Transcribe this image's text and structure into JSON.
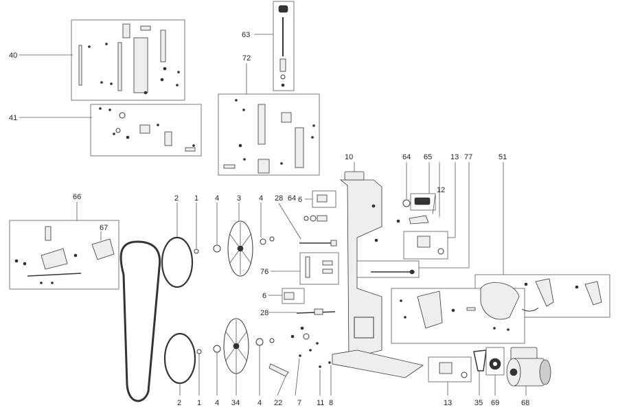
{
  "labels": {
    "l40": "40",
    "l41": "41",
    "l63": "63",
    "l72": "72",
    "l10": "10",
    "l64a": "64",
    "l65": "65",
    "l12": "12",
    "l13a": "13",
    "l77": "77",
    "l51": "51",
    "l66": "66",
    "l67": "67",
    "l2a": "2",
    "l1a": "1",
    "l4a": "4",
    "l3": "3",
    "l4b": "4",
    "l28a": "28",
    "l64b": "64",
    "l6a": "6",
    "l76": "76",
    "l6b": "6",
    "l28b": "28",
    "l2b": "2",
    "l1b": "1",
    "l4c": "4",
    "l34": "34",
    "l4d": "4",
    "l22": "22",
    "l7": "7",
    "l11": "11",
    "l8": "8",
    "l13b": "13",
    "l35": "35",
    "l69": "69",
    "l68": "68"
  }
}
